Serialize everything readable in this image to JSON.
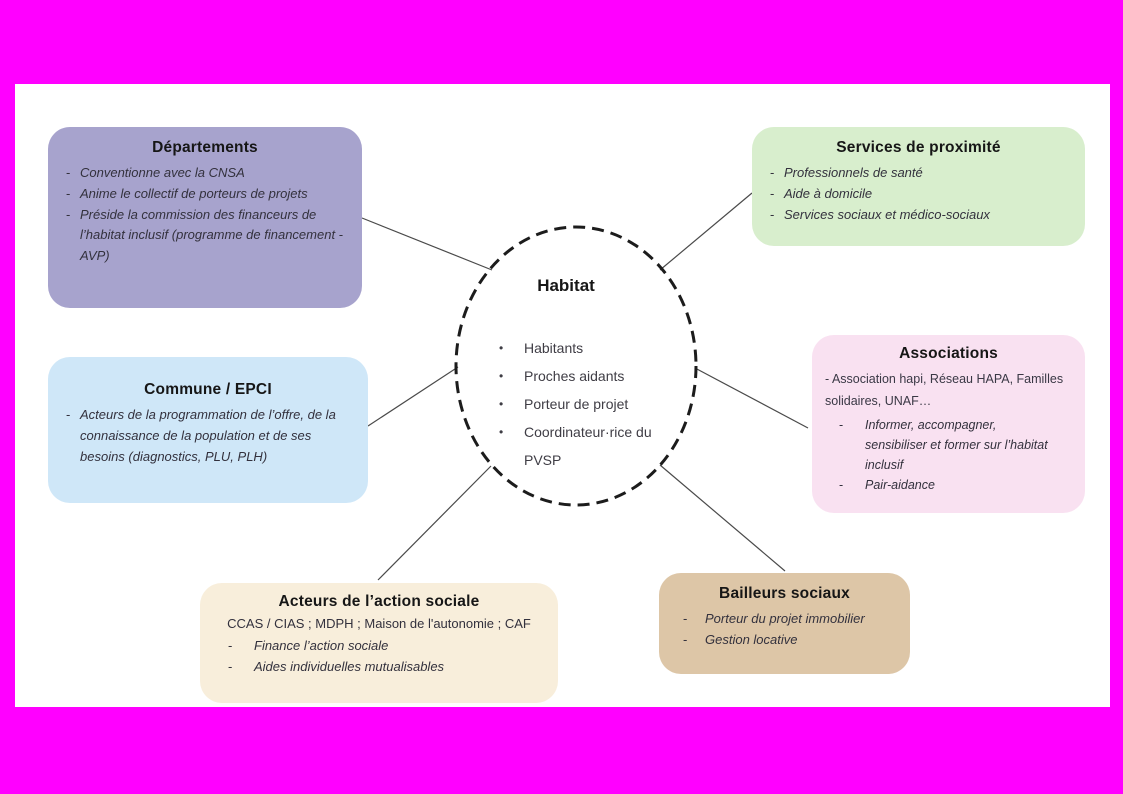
{
  "markers": {
    "dash": "-",
    "bullet": "•"
  },
  "colors": {
    "background": "#ff00ff",
    "panel": "#ffffff",
    "departements": "#a7a3cd",
    "services": "#d8eecd",
    "commune": "#cfe7f8",
    "associations": "#f9e1f1",
    "acteurs": "#f8eedb",
    "bailleurs": "#ddc6a7",
    "line": "#4a4a4a",
    "ellipse_stroke": "#1c1c1c"
  },
  "center": {
    "title": "Habitat",
    "items": [
      "Habitants",
      "Proches aidants",
      "Porteur de projet",
      "Coordinateur·rice du PVSP"
    ]
  },
  "boxes": {
    "departements": {
      "title": "Départements",
      "items": [
        "Conventionne avec la CNSA",
        "Anime le collectif de porteurs de projets",
        "Préside la commission des financeurs de l’habitat inclusif (programme de financement - AVP)"
      ]
    },
    "services": {
      "title": "Services de proximité",
      "items": [
        "Professionnels de santé",
        "Aide à domicile",
        "Services sociaux et médico-sociaux"
      ]
    },
    "commune": {
      "title": "Commune / EPCI",
      "items": [
        "Acteurs de la programmation de l’offre, de la connaissance de la population et de ses besoins (diagnostics, PLU, PLH)"
      ]
    },
    "associations": {
      "title": "Associations",
      "intro": "- Association hapi, Réseau HAPA, Familles solidaires, UNAF…",
      "items": [
        "Informer,  accompagner,\nsensibiliser et former sur l’habitat inclusif",
        "Pair-aidance"
      ]
    },
    "acteurs": {
      "title": "Acteurs de l’action sociale",
      "subtitle": "CCAS / CIAS ; MDPH ; Maison de l'autonomie ; CAF",
      "items": [
        "Finance l’action sociale",
        "Aides individuelles mutualisables"
      ]
    },
    "bailleurs": {
      "title": "Bailleurs sociaux",
      "items": [
        "Porteur du projet immobilier",
        "Gestion locative"
      ]
    }
  }
}
